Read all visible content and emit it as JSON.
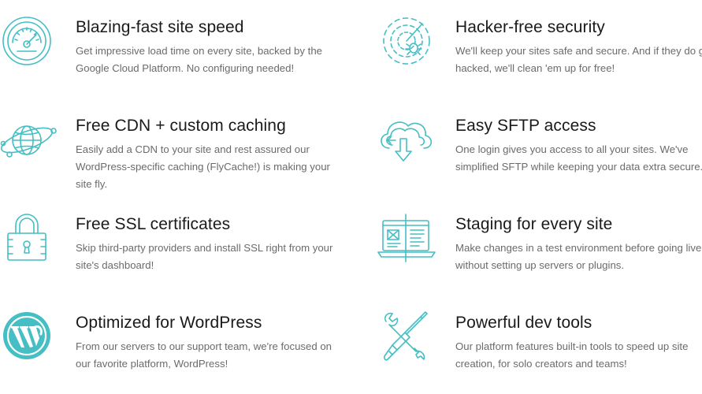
{
  "features": [
    {
      "title": "Blazing-fast site speed",
      "desc": "Get impressive load time on every site, backed by the Google Cloud Platform. No configuring needed!",
      "icon": "speedometer-icon"
    },
    {
      "title": "Hacker-free security",
      "desc": "We'll keep your sites safe and secure. And if they do get hacked, we'll clean 'em up for free!",
      "icon": "radar-bug-icon"
    },
    {
      "title": "Free CDN + custom caching",
      "desc": "Easily add a CDN to your site and rest assured our WordPress-specific caching (FlyCache!) is making your site fly.",
      "icon": "globe-network-icon"
    },
    {
      "title": "Easy SFTP access",
      "desc": "One login gives you access to all your sites. We've simplified SFTP while keeping your data extra secure.",
      "icon": "cloud-transfer-icon"
    },
    {
      "title": "Free SSL certificates",
      "desc": "Skip third-party providers and install SSL right from your site's dashboard!",
      "icon": "padlock-icon"
    },
    {
      "title": "Staging for every site",
      "desc": "Make changes in a test environment before going live, without setting up servers or plugins.",
      "icon": "laptop-staging-icon"
    },
    {
      "title": "Optimized for WordPress",
      "desc": "From our servers to our support team, we're focused on our favorite platform, WordPress!",
      "icon": "wordpress-logo-icon"
    },
    {
      "title": "Powerful dev tools",
      "desc": "Our platform features built-in tools to speed up site creation, for solo creators and teams!",
      "icon": "wrench-screwdriver-icon"
    }
  ],
  "colors": {
    "accent": "#45bec4",
    "title": "#1a1a1a",
    "text": "#6b6b6b"
  }
}
